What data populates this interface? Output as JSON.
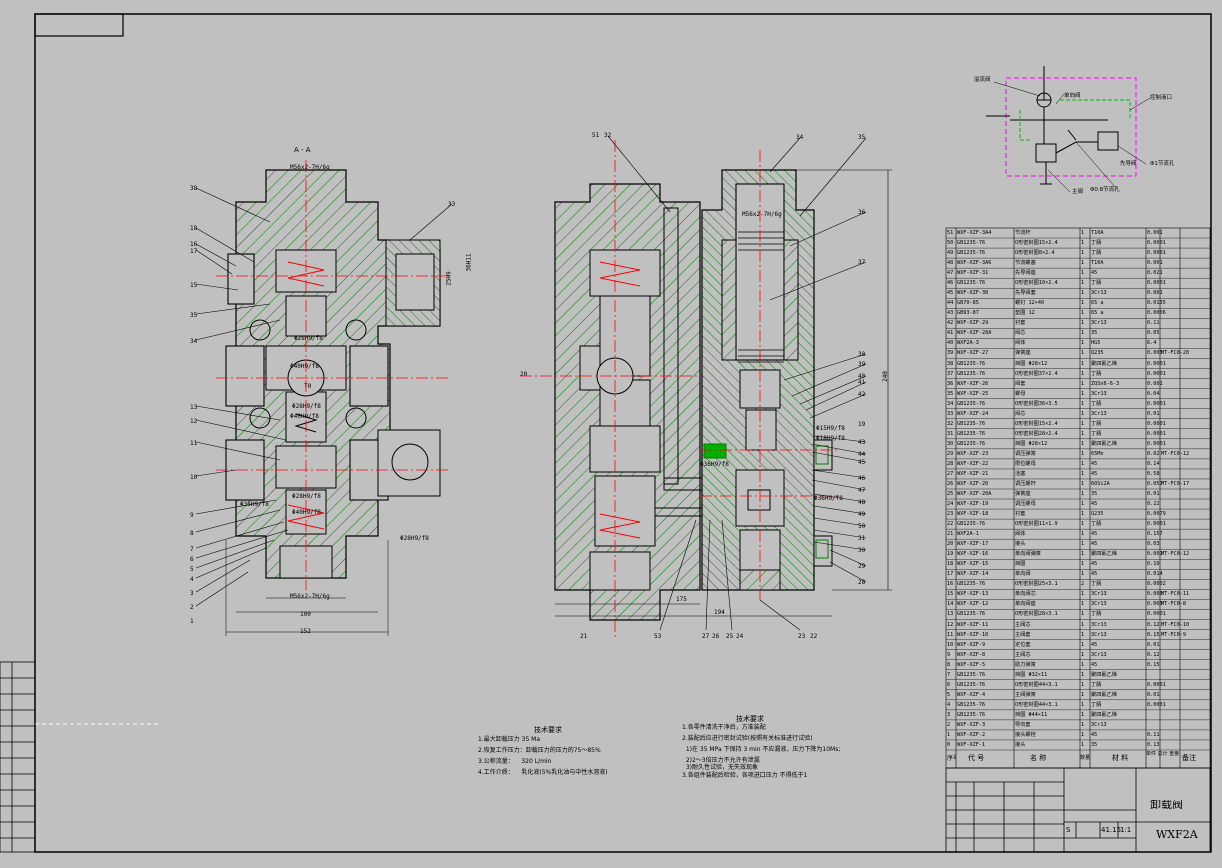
{
  "title_block": {
    "drawing_name": "卸载阀",
    "drawing_code": "WXF2A",
    "scale": "1:1",
    "weight": "41.15",
    "stage_mark": "S",
    "column_headers": [
      "序号",
      "代 号",
      "名 称",
      "数量",
      "材 料",
      "单件 总计 重量",
      "备注"
    ],
    "mass_label": "单件 总计 重量"
  },
  "section_label": "A - A",
  "notes_left": {
    "title": "技术要求",
    "lines": [
      "1.最大卸载压力 35 Ma",
      "2.恢复工作压力：卸载压力的压力的75～85%",
      "3.公称流量：    320 L/min",
      "4.工作介质：    乳化液(5%乳化油与中性水溶液)"
    ]
  },
  "notes_right": {
    "title": "技术要求",
    "lines": [
      "1.各零件清洗干净后，方准装配",
      "2.装配后应进行密封试验(按照有关标准进行试验)",
      "  1)在 35 MPa 下保持 3 min 不应漏液，压力下降为10Ms;",
      "  2)2～3倍压力不允许有泄漏",
      "  3)耐久性试验，无失效现象",
      "3.各组件装配后检验，各项进口压力 不得低于1"
    ]
  },
  "dimensions": {
    "left_top_thread": "M56x2-7H/6g",
    "left_bottom_thread": "M56x2-7H/6g",
    "left_width_inner": "100",
    "left_width_outer": "152",
    "right_thread": "M56x2-7H/6g",
    "right_height": "240",
    "right_width_1": "175",
    "right_width_2": "194",
    "diam_labels": [
      "Φ28H9/f8",
      "Φ40H9/f8",
      "Φ28H9/f8",
      "Φ40H9/f8",
      "Φ28H9/f8",
      "Φ35H9/f8",
      "Φ40H9/f8",
      "Φ15H9/f8",
      "Φ18H9/f8",
      "Φ36H9/f8",
      "Φ36H9/f8",
      "Φ28H9/f8"
    ],
    "side_dims": [
      "25H9",
      "36H11"
    ],
    "ts_label": "T0"
  },
  "schematic_labels": [
    "溢流阀",
    "单向阀",
    "控制液口",
    "Φ1节流孔",
    "先导阀",
    "主阀",
    "Φ0.8节流孔"
  ],
  "bom": [
    [
      "51",
      "WXF-XZF-3A4",
      "节流杆",
      "1",
      "T10A",
      "0.001",
      ""
    ],
    [
      "50",
      "GB1235-76",
      "O形密封圈15×2.4",
      "1",
      "丁腈",
      "0.0001",
      ""
    ],
    [
      "49",
      "GB1235-76",
      "O形密封圈8×2.4",
      "1",
      "丁腈",
      "0.0001",
      ""
    ],
    [
      "48",
      "WXF-XZF-3A6",
      "节流螺塞",
      "1",
      "T10A",
      "0.001",
      ""
    ],
    [
      "47",
      "WXF-XZF-31",
      "先导阀座",
      "1",
      "45",
      "0.021",
      ""
    ],
    [
      "46",
      "GB1235-76",
      "O形密封圈10×2.4",
      "1",
      "丁腈",
      "0.0001",
      ""
    ],
    [
      "45",
      "WXF-XZF-30",
      "先导阀套",
      "1",
      "3Cr13",
      "0.001",
      ""
    ],
    [
      "44",
      "GB70-85",
      "螺钉 12×40",
      "1",
      "65 a",
      "0.0135",
      ""
    ],
    [
      "43",
      "GB93-87",
      "垫圈 12",
      "1",
      "65 a",
      "0.0006",
      ""
    ],
    [
      "42",
      "WXF-XZF-29",
      "衬套",
      "1",
      "3Cr13",
      "0.11",
      ""
    ],
    [
      "41",
      "WXF-XZF-28A",
      "阀芯",
      "1",
      "35",
      "0.05",
      ""
    ],
    [
      "40",
      "WXF2A-3",
      "阀体",
      "1",
      "HG5",
      "6.4",
      ""
    ],
    [
      "39",
      "WXF-XZF-27",
      "弹簧座",
      "1",
      "Q235",
      "0.005",
      "MT-FC0-20"
    ],
    [
      "38",
      "GB1235-76",
      "挡圈 Φ28×12",
      "1",
      "聚四氟乙烯",
      "0.0001",
      ""
    ],
    [
      "37",
      "GB1235-76",
      "O形密封圈37×2.4",
      "1",
      "丁腈",
      "0.0001",
      ""
    ],
    [
      "36",
      "WXF-XZF-26",
      "阀套",
      "1",
      "ZQSn6-6-3",
      "0.001",
      ""
    ],
    [
      "35",
      "WXF-XZF-25",
      "螺母",
      "1",
      "3Cr13",
      "0.04",
      ""
    ],
    [
      "34",
      "GB1235-76",
      "O形密封圈36×3.5",
      "1",
      "丁腈",
      "0.0001",
      ""
    ],
    [
      "33",
      "WXF-XZF-24",
      "阀芯",
      "1",
      "3Cr13",
      "0.01",
      ""
    ],
    [
      "32",
      "GB1235-76",
      "O形密封圈15×2.4",
      "1",
      "丁腈",
      "0.0001",
      ""
    ],
    [
      "31",
      "GB1235-76",
      "O形密封圈28×2.4",
      "1",
      "丁腈",
      "0.0001",
      ""
    ],
    [
      "30",
      "GB1235-76",
      "挡圈 Φ28×12",
      "1",
      "聚四氟乙烯",
      "0.0001",
      ""
    ],
    [
      "29",
      "WXF-XZF-23",
      "调压弹簧",
      "1",
      "65Mn",
      "0.02",
      "MT-FC0-12"
    ],
    [
      "28",
      "WXF-XZF-22",
      "限位螺母",
      "1",
      "45",
      "0.14",
      ""
    ],
    [
      "27",
      "WXF-XZF-21",
      "活塞",
      "1",
      "45",
      "0.58",
      ""
    ],
    [
      "26",
      "WXF-XZF-20",
      "调压螺杆",
      "1",
      "60Si2A",
      "0.057",
      "MT-FC0-17"
    ],
    [
      "25",
      "WXF-XZF-20A",
      "弹簧座",
      "1",
      "35",
      "0.01",
      ""
    ],
    [
      "24",
      "WXF-XZF-19",
      "调压螺母",
      "1",
      "45",
      "0.22",
      ""
    ],
    [
      "23",
      "WXF-XZF-18",
      "衬套",
      "1",
      "Q235",
      "0.0079",
      ""
    ],
    [
      "22",
      "GB1235-76",
      "O形密封圈11×1.9",
      "1",
      "丁腈",
      "0.0001",
      ""
    ],
    [
      "21",
      "WXF2A-1",
      "阀体",
      "1",
      "45",
      "0.157",
      ""
    ],
    [
      "20",
      "WXF-XZF-17",
      "接头",
      "1",
      "45",
      "0.03",
      ""
    ],
    [
      "19",
      "WXF-XZF-16",
      "单向阀弹簧",
      "1",
      "聚四氟乙烯",
      "0.001",
      "MT-FC0-12"
    ],
    [
      "18",
      "WXF-XZF-15",
      "挡圈",
      "1",
      "45",
      "0.10",
      ""
    ],
    [
      "17",
      "WXF-XZF-14",
      "单向阀",
      "1",
      "45",
      "0.014",
      ""
    ],
    [
      "16",
      "GB1235-76",
      "O形密封圈25×3.1",
      "2",
      "丁腈",
      "0.0002",
      ""
    ],
    [
      "15",
      "WXF-XZF-13",
      "单向阀芯",
      "1",
      "3Cr13",
      "0.005",
      "MT-FC0-11"
    ],
    [
      "14",
      "WXF-XZF-12",
      "单向阀座",
      "1",
      "3Cr13",
      "0.005",
      "MT-FC0-8"
    ],
    [
      "13",
      "GB1235-76",
      "O形密封圈28×3.1",
      "1",
      "丁腈",
      "0.0001",
      ""
    ],
    [
      "12",
      "WXF-XZF-11",
      "主阀芯",
      "1",
      "3Cr13",
      "0.12",
      "MT-FC0-10"
    ],
    [
      "11",
      "WXF-XZF-10",
      "主阀套",
      "1",
      "3Cr13",
      "0.15",
      "MT-FC0-9"
    ],
    [
      "10",
      "WXF-XZF-9",
      "定位套",
      "1",
      "45",
      "0.01",
      ""
    ],
    [
      "9",
      "WXF-XZF-8",
      "主阀芯",
      "1",
      "3Cr13",
      "0.12",
      ""
    ],
    [
      "8",
      "WXF-XZF-5",
      "助力弹簧",
      "1",
      "45",
      "0.15",
      ""
    ],
    [
      "7",
      "GB1235-76",
      "挡圈 Φ32×11",
      "1",
      "聚四氟乙烯",
      "",
      ""
    ],
    [
      "6",
      "GB1235-76",
      "O形密封圈44×3.1",
      "1",
      "丁腈",
      "0.0001",
      ""
    ],
    [
      "5",
      "WXF-XZF-4",
      "主阀弹簧",
      "1",
      "聚四氟乙烯",
      "0.01",
      ""
    ],
    [
      "4",
      "GB1235-76",
      "O形密封圈44×3.1",
      "1",
      "丁腈",
      "0.0001",
      ""
    ],
    [
      "3",
      "GB1235-76",
      "挡圈 Φ44×11",
      "1",
      "聚四氟乙烯",
      "",
      ""
    ],
    [
      "2",
      "WXF-XZF-3",
      "导向套",
      "1",
      "3Cr13",
      "",
      ""
    ],
    [
      "1",
      "WXF-XZF-2",
      "接头螺栓",
      "1",
      "45",
      "0.11",
      ""
    ],
    [
      "0",
      "WXF-XZF-1",
      "接头",
      "1",
      "35",
      "0.13",
      ""
    ]
  ],
  "left_callouts": [
    "38",
    "18",
    "16",
    "17",
    "15",
    "35",
    "34",
    "13",
    "12",
    "11",
    "10",
    "9",
    "8",
    "7",
    "6",
    "5",
    "4",
    "3",
    "2",
    "1",
    "33"
  ],
  "right_callouts": [
    "51",
    "32",
    "34",
    "35",
    "36",
    "37",
    "38",
    "39",
    "40",
    "41",
    "42",
    "43",
    "44",
    "45",
    "46",
    "47",
    "48",
    "49",
    "50",
    "53",
    "31",
    "30",
    "29",
    "28",
    "27",
    "26",
    "25",
    "24",
    "23",
    "22",
    "21",
    "20",
    "19"
  ],
  "colors": {
    "background": "#c0c0c0",
    "outline": "#000000",
    "hatch": "#008000",
    "center_line": "#ff0000",
    "schematic_border": "#ff00ff",
    "pilot_line": "#00c000",
    "leader": "#000000"
  }
}
